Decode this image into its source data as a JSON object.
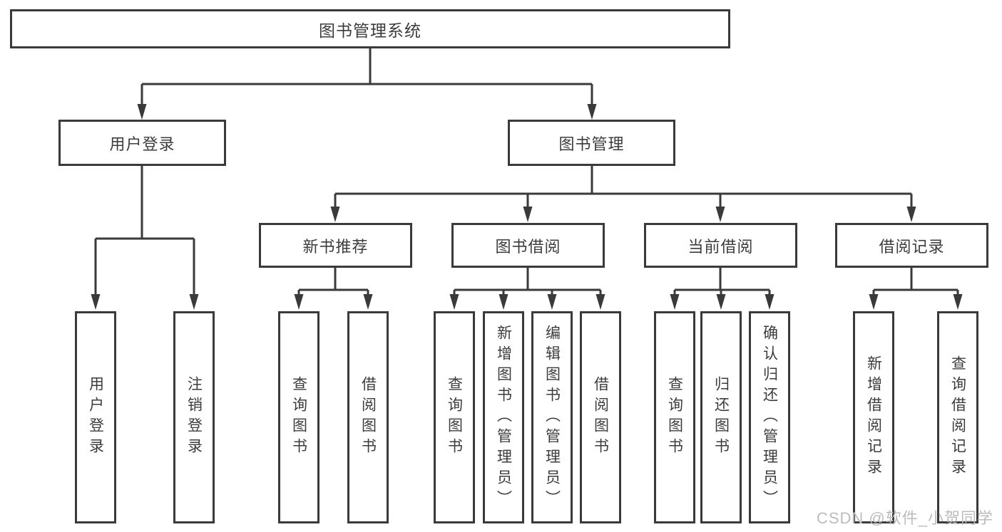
{
  "diagram_title": "图书管理系统",
  "nodes": {
    "root": "图书管理系统",
    "l2": {
      "user_login": "用户登录",
      "book_mgmt": "图书管理"
    },
    "l3": {
      "new_books": "新书推荐",
      "borrow": "图书借阅",
      "current": "当前借阅",
      "records": "借阅记录"
    },
    "leaves": {
      "user_login_login": "用户登录",
      "user_login_logout": "注销登录",
      "new_books_query": "查询图书",
      "new_books_borrow": "借阅图书",
      "borrow_query": "查询图书",
      "borrow_add": "新增图书（管理员）",
      "borrow_edit": "编辑图书（管理员）",
      "borrow_borrow": "借阅图书",
      "current_query": "查询图书",
      "current_return": "归还图书",
      "current_confirm": "确认归还（管理员）",
      "records_add": "新增借阅记录",
      "records_query": "查询借阅记录"
    }
  },
  "colors": {
    "line": "#3a3a3a",
    "text": "#3c3c3c",
    "background": "#ffffff",
    "watermark": "#bcbcbc"
  },
  "watermark": "CSDN @软件_小贺同学"
}
